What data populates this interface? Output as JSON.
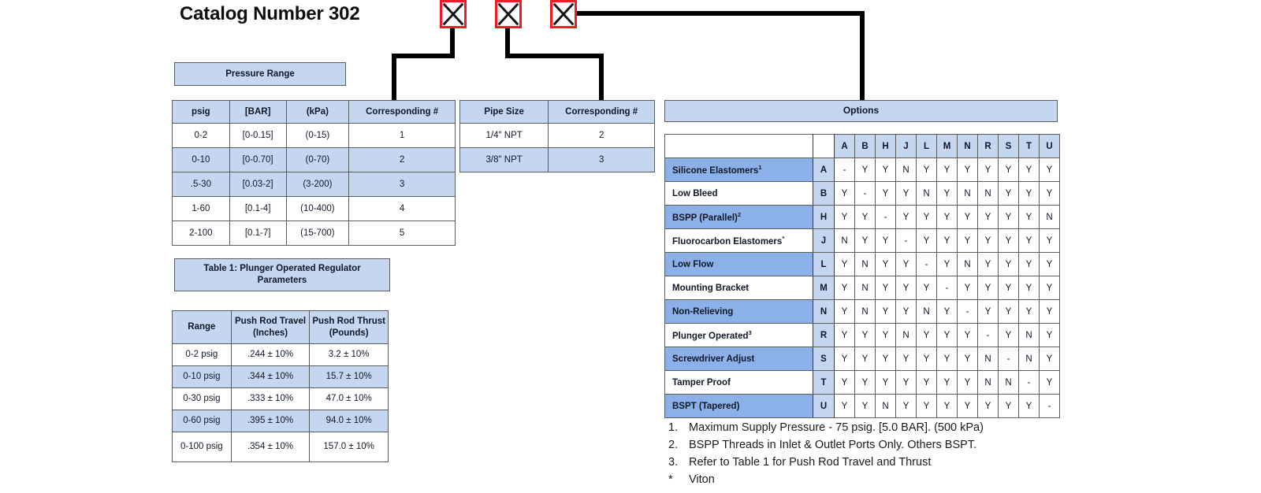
{
  "title": "Catalog Number 302",
  "colors": {
    "header_blue": "#c4d6f0",
    "row_blue": "#8cb0e8",
    "accent_red": "#ee1c25",
    "line_black": "#000000"
  },
  "xboxes": [
    {
      "name": "pressure-range-selector",
      "glyph": "X"
    },
    {
      "name": "pipe-size-selector",
      "glyph": "X"
    },
    {
      "name": "options-selector",
      "glyph": "X"
    }
  ],
  "captions": {
    "pressure_range": "Pressure Range",
    "options": "Options",
    "table1": "Table 1:  Plunger Operated Regulator Parameters"
  },
  "pressure_table": {
    "headers": [
      "psig",
      "[BAR]",
      "(kPa)",
      "Corresponding #"
    ],
    "rows": [
      {
        "shaded": false,
        "cells": [
          "0-2",
          "[0-0.15]",
          "(0-15)",
          "1"
        ]
      },
      {
        "shaded": true,
        "cells": [
          "0-10",
          "[0-0.70]",
          "(0-70)",
          "2"
        ]
      },
      {
        "shaded": true,
        "cells": [
          ".5-30",
          "[0.03-2]",
          "(3-200)",
          "3"
        ]
      },
      {
        "shaded": false,
        "cells": [
          "1-60",
          "[0.1-4]",
          "(10-400)",
          "4"
        ]
      },
      {
        "shaded": false,
        "cells": [
          "2-100",
          "[0.1-7]",
          "(15-700)",
          "5"
        ]
      }
    ]
  },
  "pipe_table": {
    "headers": [
      "Pipe Size",
      "Corresponding #"
    ],
    "rows": [
      {
        "shaded": false,
        "cells": [
          "1/4\" NPT",
          "2"
        ]
      },
      {
        "shaded": true,
        "cells": [
          "3/8\" NPT",
          "3"
        ]
      }
    ]
  },
  "plunger_table": {
    "headers": [
      "Range",
      "Push Rod Travel (Inches)",
      "Push Rod Thrust (Pounds)"
    ],
    "rows": [
      {
        "shaded": false,
        "tall": false,
        "cells": [
          "0-2 psig",
          ".244 ± 10%",
          "3.2 ± 10%"
        ]
      },
      {
        "shaded": true,
        "tall": false,
        "cells": [
          "0-10 psig",
          ".344 ± 10%",
          "15.7 ± 10%"
        ]
      },
      {
        "shaded": false,
        "tall": false,
        "cells": [
          "0-30 psig",
          ".333 ± 10%",
          "47.0 ± 10%"
        ]
      },
      {
        "shaded": true,
        "tall": false,
        "cells": [
          "0-60 psig",
          ".395 ± 10%",
          "94.0 ± 10%"
        ]
      },
      {
        "shaded": false,
        "tall": true,
        "cells": [
          "0-100 psig",
          ".354 ± 10%",
          "157.0 ± 10%"
        ]
      }
    ]
  },
  "options_matrix": {
    "column_codes": [
      "A",
      "B",
      "H",
      "J",
      "L",
      "M",
      "N",
      "R",
      "S",
      "T",
      "U"
    ],
    "rows": [
      {
        "label": "Silicone Elastomers",
        "sup": "1",
        "code": "A",
        "shaded": true,
        "values": [
          "-",
          "Y",
          "Y",
          "N",
          "Y",
          "Y",
          "Y",
          "Y",
          "Y",
          "Y",
          "Y"
        ]
      },
      {
        "label": "Low Bleed",
        "sup": "",
        "code": "B",
        "shaded": false,
        "values": [
          "Y",
          "-",
          "Y",
          "Y",
          "N",
          "Y",
          "N",
          "N",
          "Y",
          "Y",
          "Y"
        ]
      },
      {
        "label": "BSPP (Parallel)",
        "sup": "2",
        "code": "H",
        "shaded": true,
        "values": [
          "Y",
          "Y",
          "-",
          "Y",
          "Y",
          "Y",
          "Y",
          "Y",
          "Y",
          "Y",
          "N"
        ]
      },
      {
        "label": "Fluorocarbon Elastomers",
        "sup": "*",
        "code": "J",
        "shaded": false,
        "values": [
          "N",
          "Y",
          "Y",
          "-",
          "Y",
          "Y",
          "Y",
          "Y",
          "Y",
          "Y",
          "Y"
        ]
      },
      {
        "label": "Low Flow",
        "sup": "",
        "code": "L",
        "shaded": true,
        "values": [
          "Y",
          "N",
          "Y",
          "Y",
          "-",
          "Y",
          "N",
          "Y",
          "Y",
          "Y",
          "Y"
        ]
      },
      {
        "label": "Mounting Bracket",
        "sup": "",
        "code": "M",
        "shaded": false,
        "values": [
          "Y",
          "N",
          "Y",
          "Y",
          "Y",
          "-",
          "Y",
          "Y",
          "Y",
          "Y",
          "Y"
        ]
      },
      {
        "label": "Non-Relieving",
        "sup": "",
        "code": "N",
        "shaded": true,
        "values": [
          "Y",
          "N",
          "Y",
          "Y",
          "N",
          "Y",
          "-",
          "Y",
          "Y",
          "Y",
          "Y"
        ]
      },
      {
        "label": "Plunger Operated",
        "sup": "3",
        "code": "R",
        "shaded": false,
        "values": [
          "Y",
          "Y",
          "Y",
          "N",
          "Y",
          "Y",
          "Y",
          "-",
          "Y",
          "N",
          "Y"
        ]
      },
      {
        "label": "Screwdriver Adjust",
        "sup": "",
        "code": "S",
        "shaded": true,
        "values": [
          "Y",
          "Y",
          "Y",
          "Y",
          "Y",
          "Y",
          "Y",
          "N",
          "-",
          "N",
          "Y"
        ]
      },
      {
        "label": "Tamper Proof",
        "sup": "",
        "code": "T",
        "shaded": false,
        "values": [
          "Y",
          "Y",
          "Y",
          "Y",
          "Y",
          "Y",
          "Y",
          "N",
          "N",
          "-",
          "Y"
        ]
      },
      {
        "label": "BSPT (Tapered)",
        "sup": "",
        "code": "U",
        "shaded": true,
        "values": [
          "Y",
          "Y",
          "N",
          "Y",
          "Y",
          "Y",
          "Y",
          "Y",
          "Y",
          "Y",
          "-"
        ]
      }
    ]
  },
  "footnotes": [
    {
      "num": "1.",
      "text": "Maximum Supply Pressure - 75 psig. [5.0 BAR]. (500 kPa)"
    },
    {
      "num": "2.",
      "text": "BSPP Threads in Inlet & Outlet Ports Only. Others BSPT."
    },
    {
      "num": "3.",
      "text": "Refer to Table 1 for Push Rod Travel and Thrust"
    },
    {
      "num": "*",
      "text": "Viton"
    }
  ]
}
